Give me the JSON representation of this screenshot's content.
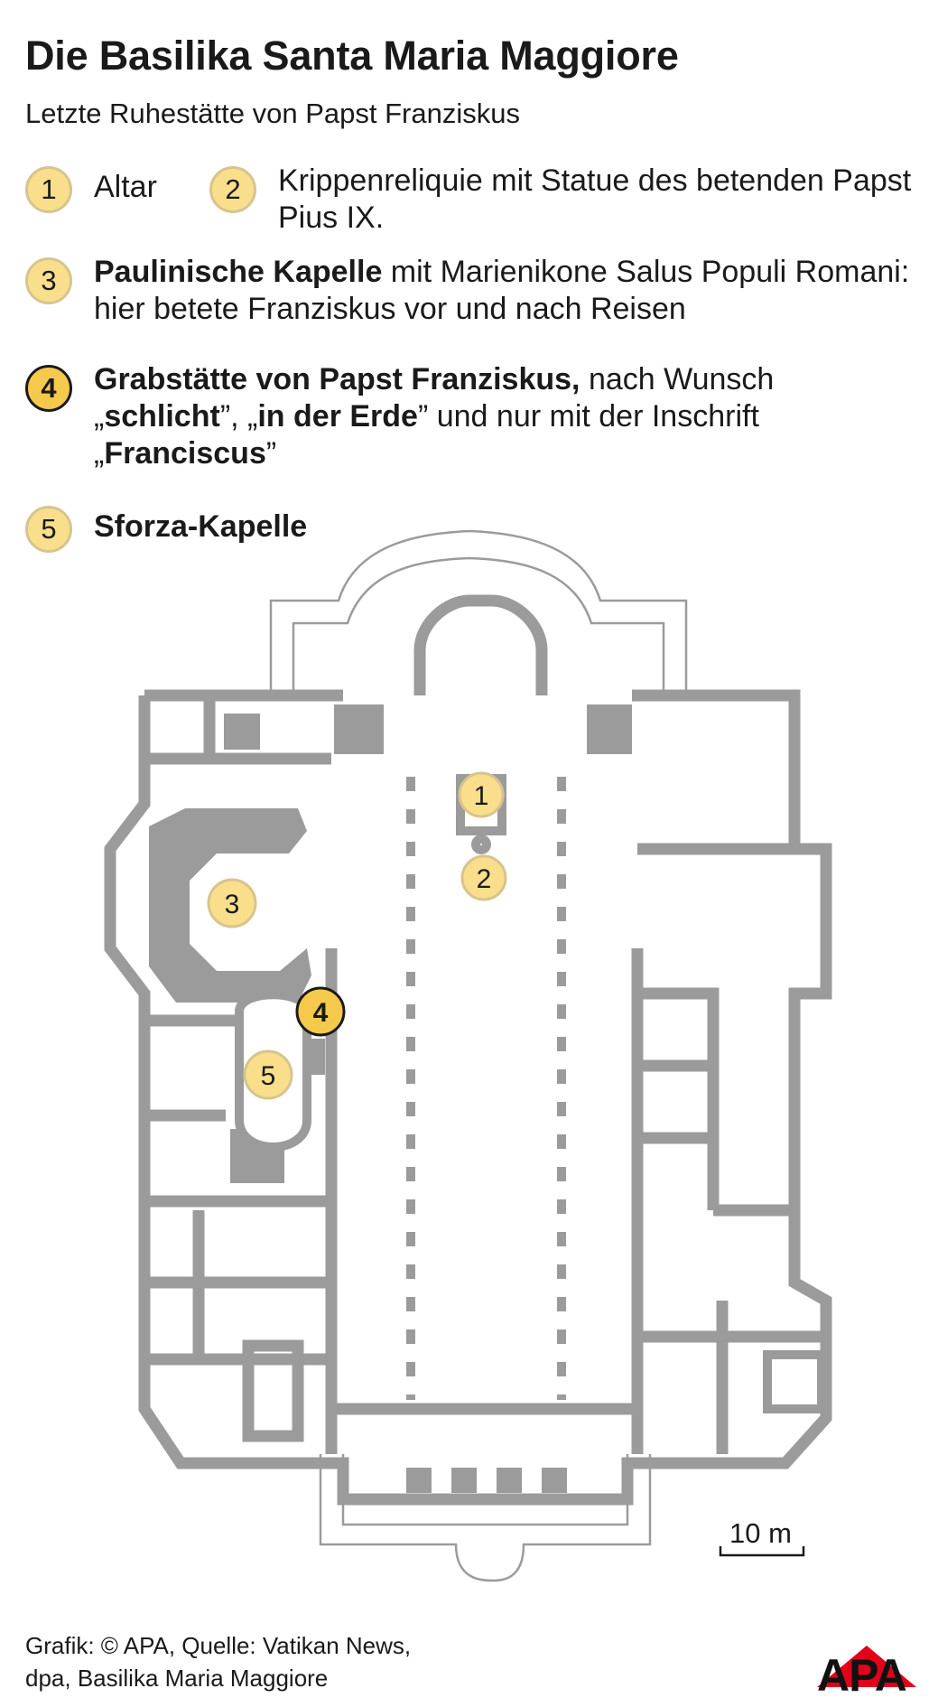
{
  "header": {
    "title": "Die Basilika Santa Maria Maggiore",
    "subtitle": "Letzte Ruhestätte von Papst Franziskus"
  },
  "legend": [
    {
      "number": "1",
      "bold": "",
      "text": "Altar"
    },
    {
      "number": "2",
      "bold": "",
      "text": "Krippenreliquie mit Statue des betenden Papst Pius IX."
    },
    {
      "number": "3",
      "bold": "Paulinische Kapelle",
      "text": " mit Marienikone Salus Populi Romani: hier betete Franziskus vor und nach Reisen"
    },
    {
      "number": "4",
      "bold": "Grabstätte von Papst Franziskus,",
      "text": " nach Wunsch",
      "line2_q1": "„",
      "line2_b1": "schlicht",
      "line2_q2": "”, „",
      "line2_b2": "in der Erde",
      "line2_q3": "” und nur mit der Inschrift",
      "line3_q1": "„",
      "line3_b": "Franciscus",
      "line3_q2": "”"
    },
    {
      "number": "5",
      "bold": "Sforza-Kapelle",
      "text": ""
    }
  ],
  "map": {
    "markers": [
      "1",
      "2",
      "3",
      "4",
      "5"
    ],
    "scale_label": "10 m"
  },
  "footer": {
    "credit_line1": "Grafik: © APA, Quelle: Vatikan News,",
    "credit_line2": "dpa, Basilika Maria Maggiore",
    "logo_text": "APA"
  },
  "colors": {
    "wall": "#9b9b9b",
    "marker_fill": "#f9de8c",
    "marker_highlight": "#f5c94b",
    "logo_red": "#e3001b"
  }
}
